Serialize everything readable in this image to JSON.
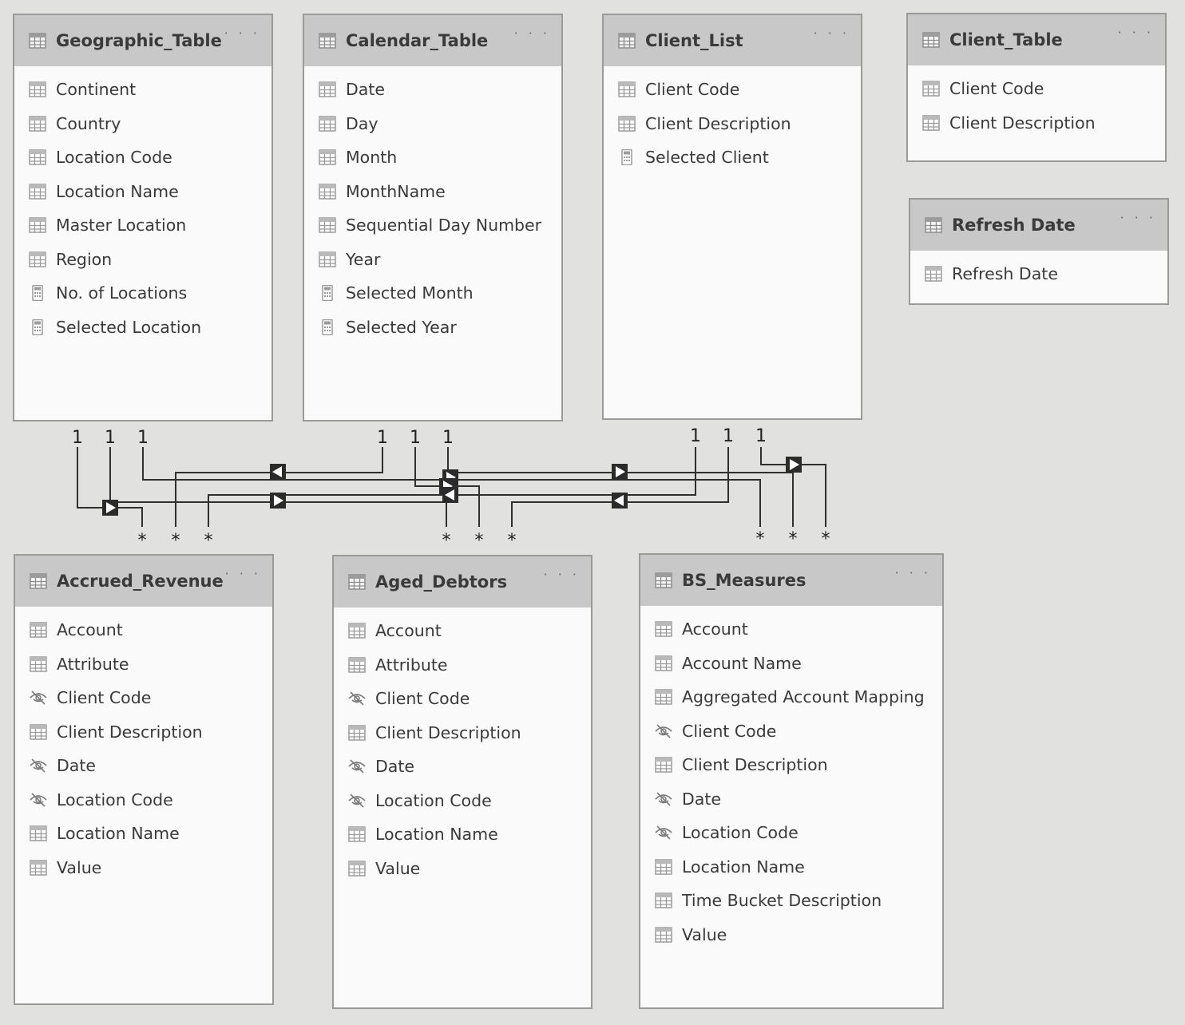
{
  "tables": [
    {
      "id": "geographic",
      "title": "Geographic_Table",
      "more": "· · ·",
      "fields": [
        {
          "label": "Continent",
          "icon": "column-icon"
        },
        {
          "label": "Country",
          "icon": "column-icon"
        },
        {
          "label": "Location Code",
          "icon": "column-icon"
        },
        {
          "label": "Location Name",
          "icon": "column-icon"
        },
        {
          "label": "Master Location",
          "icon": "column-icon"
        },
        {
          "label": "Region",
          "icon": "column-icon"
        },
        {
          "label": "No. of Locations",
          "icon": "measure-icon"
        },
        {
          "label": "Selected Location",
          "icon": "measure-icon"
        }
      ]
    },
    {
      "id": "calendar",
      "title": "Calendar_Table",
      "more": "· · ·",
      "fields": [
        {
          "label": "Date",
          "icon": "column-icon"
        },
        {
          "label": "Day",
          "icon": "column-icon"
        },
        {
          "label": "Month",
          "icon": "column-icon"
        },
        {
          "label": "MonthName",
          "icon": "column-icon"
        },
        {
          "label": "Sequential Day Number",
          "icon": "column-icon"
        },
        {
          "label": "Year",
          "icon": "column-icon"
        },
        {
          "label": "Selected Month",
          "icon": "measure-icon"
        },
        {
          "label": "Selected Year",
          "icon": "measure-icon"
        }
      ]
    },
    {
      "id": "client-list",
      "title": "Client_List",
      "more": "· · ·",
      "fields": [
        {
          "label": "Client Code",
          "icon": "column-icon"
        },
        {
          "label": "Client Description",
          "icon": "column-icon"
        },
        {
          "label": "Selected Client",
          "icon": "measure-icon"
        }
      ]
    },
    {
      "id": "client-table",
      "title": "Client_Table",
      "more": "· · ·",
      "fields": [
        {
          "label": "Client Code",
          "icon": "column-icon"
        },
        {
          "label": "Client Description",
          "icon": "column-icon"
        }
      ]
    },
    {
      "id": "refresh-date",
      "title": "Refresh Date",
      "more": "· · ·",
      "fields": [
        {
          "label": "Refresh Date",
          "icon": "column-icon"
        }
      ]
    },
    {
      "id": "accrued-revenue",
      "title": "Accrued_Revenue",
      "more": "· · ·",
      "fields": [
        {
          "label": "Account",
          "icon": "column-icon"
        },
        {
          "label": "Attribute",
          "icon": "column-icon"
        },
        {
          "label": "Client Code",
          "icon": "hidden-icon"
        },
        {
          "label": "Client Description",
          "icon": "column-icon"
        },
        {
          "label": "Date",
          "icon": "hidden-icon"
        },
        {
          "label": "Location Code",
          "icon": "hidden-icon"
        },
        {
          "label": "Location Name",
          "icon": "column-icon"
        },
        {
          "label": "Value",
          "icon": "column-icon"
        }
      ]
    },
    {
      "id": "aged-debtors",
      "title": "Aged_Debtors",
      "more": "· · ·",
      "fields": [
        {
          "label": "Account",
          "icon": "column-icon"
        },
        {
          "label": "Attribute",
          "icon": "column-icon"
        },
        {
          "label": "Client Code",
          "icon": "hidden-icon"
        },
        {
          "label": "Client Description",
          "icon": "column-icon"
        },
        {
          "label": "Date",
          "icon": "hidden-icon"
        },
        {
          "label": "Location Code",
          "icon": "hidden-icon"
        },
        {
          "label": "Location Name",
          "icon": "column-icon"
        },
        {
          "label": "Value",
          "icon": "column-icon"
        }
      ]
    },
    {
      "id": "bs-measures",
      "title": "BS_Measures",
      "more": "· · ·",
      "fields": [
        {
          "label": "Account",
          "icon": "column-icon"
        },
        {
          "label": "Account Name",
          "icon": "column-icon"
        },
        {
          "label": "Aggregated Account Mapping",
          "icon": "column-icon"
        },
        {
          "label": "Client Code",
          "icon": "hidden-icon"
        },
        {
          "label": "Client Description",
          "icon": "column-icon"
        },
        {
          "label": "Date",
          "icon": "hidden-icon"
        },
        {
          "label": "Location Code",
          "icon": "hidden-icon"
        },
        {
          "label": "Location Name",
          "icon": "column-icon"
        },
        {
          "label": "Time Bucket Description",
          "icon": "column-icon"
        },
        {
          "label": "Value",
          "icon": "column-icon"
        }
      ]
    }
  ],
  "relationships": [
    {
      "from": "Geographic_Table",
      "to": "Accrued_Revenue",
      "one": "1",
      "many": "*"
    },
    {
      "from": "Geographic_Table",
      "to": "Aged_Debtors",
      "one": "1",
      "many": "*"
    },
    {
      "from": "Geographic_Table",
      "to": "BS_Measures",
      "one": "1",
      "many": "*"
    },
    {
      "from": "Calendar_Table",
      "to": "Accrued_Revenue",
      "one": "1",
      "many": "*"
    },
    {
      "from": "Calendar_Table",
      "to": "Aged_Debtors",
      "one": "1",
      "many": "*"
    },
    {
      "from": "Calendar_Table",
      "to": "BS_Measures",
      "one": "1",
      "many": "*"
    },
    {
      "from": "Client_List",
      "to": "Accrued_Revenue",
      "one": "1",
      "many": "*"
    },
    {
      "from": "Client_List",
      "to": "Aged_Debtors",
      "one": "1",
      "many": "*"
    },
    {
      "from": "Client_List",
      "to": "BS_Measures",
      "one": "1",
      "many": "*"
    }
  ]
}
